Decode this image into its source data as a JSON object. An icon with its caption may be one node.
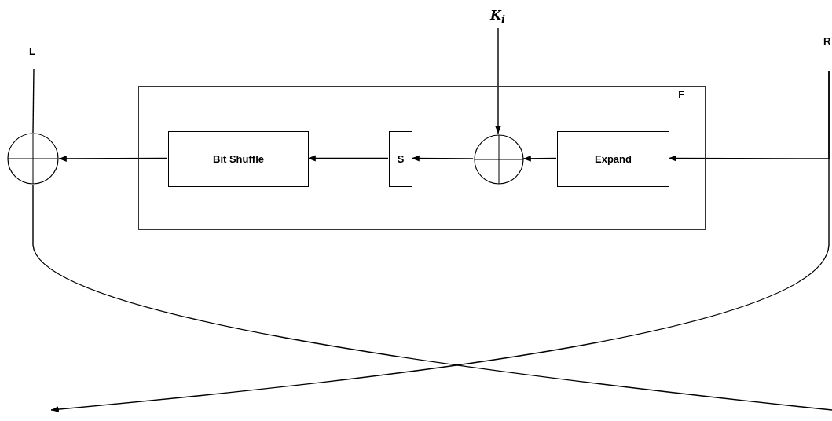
{
  "diagram": {
    "nodes": [
      {
        "text": [
          "L"
        ]
      },
      {
        "text": [
          "R"
        ]
      },
      {
        "text": [
          "K$_{i}$"
        ]
      },
      {
        "text": [
          "F"
        ]
      },
      {
        "text": [],
        "shape": "circle"
      },
      {
        "text": [
          "Bit Shuffle"
        ],
        "in": 3
      },
      {
        "text": [
          "S"
        ],
        "in": 3
      },
      {
        "text": [],
        "shape": "circle",
        "in": 3
      },
      {
        "text": [
          "Expand"
        ],
        "in": 3
      }
    ],
    "edges": [
      {
        "from": 0,
        "to": 4,
        "arrow": "none"
      },
      {
        "from": 4,
        "to": null,
        "arrow": "none"
      },
      {
        "from": 1,
        "to": 8,
        "arrow": "to"
      },
      {
        "from": 1,
        "to": null,
        "arrow": "to"
      },
      {
        "from": 2,
        "to": 7,
        "arrow": "to"
      },
      {
        "from": 8,
        "to": 7,
        "arrow": "to"
      },
      {
        "from": 7,
        "to": 6,
        "arrow": "to"
      },
      {
        "from": 6,
        "to": 5,
        "arrow": "to"
      },
      {
        "from": 5,
        "to": 4,
        "arrow": "to"
      }
    ]
  }
}
